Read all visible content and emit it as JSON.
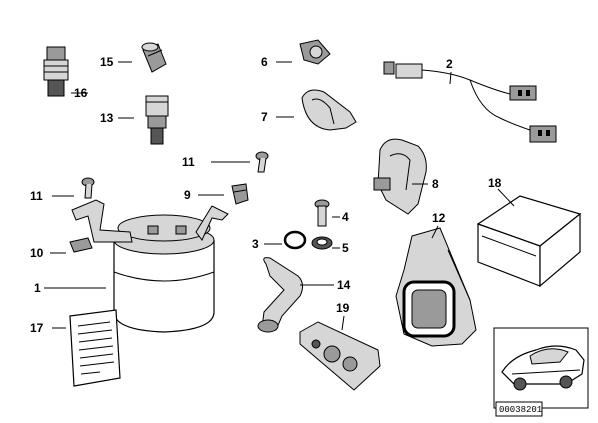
{
  "labels": {
    "p1": "1",
    "p2": "2",
    "p3": "3",
    "p4": "4",
    "p5": "5",
    "p6": "6",
    "p7": "7",
    "p8": "8",
    "p9": "9",
    "p10": "10",
    "p11a": "11",
    "p11b": "11",
    "p12": "12",
    "p13": "13",
    "p14": "14",
    "p15": "15",
    "p16": "16",
    "p17": "17",
    "p18": "18",
    "p19": "19"
  },
  "catalog_code": "00038201"
}
